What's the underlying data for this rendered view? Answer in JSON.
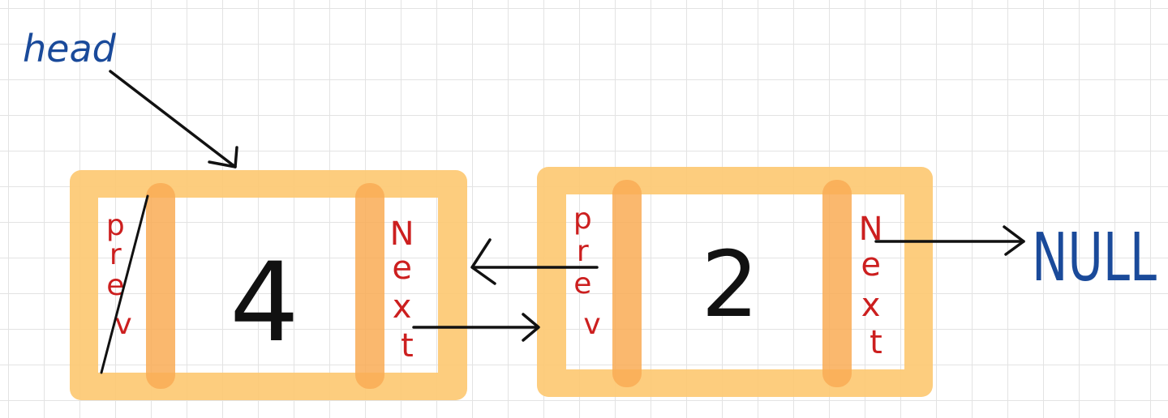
{
  "head_label": "head",
  "nodes": [
    {
      "value": "4",
      "prev_label": "prev",
      "next_label": "Next",
      "prev_crossed_out": true
    },
    {
      "value": "2",
      "prev_label": "prev",
      "next_label": "Next",
      "prev_crossed_out": false
    }
  ],
  "null_label": "NULL",
  "colors": {
    "box_fill": "#fdc973",
    "box_divider": "#f9ac55",
    "head_text": "#1a4a9a",
    "field_text": "#cc1f1f",
    "value_text": "#111111",
    "arrows": "#111111",
    "null_text": "#1a4a9a"
  }
}
